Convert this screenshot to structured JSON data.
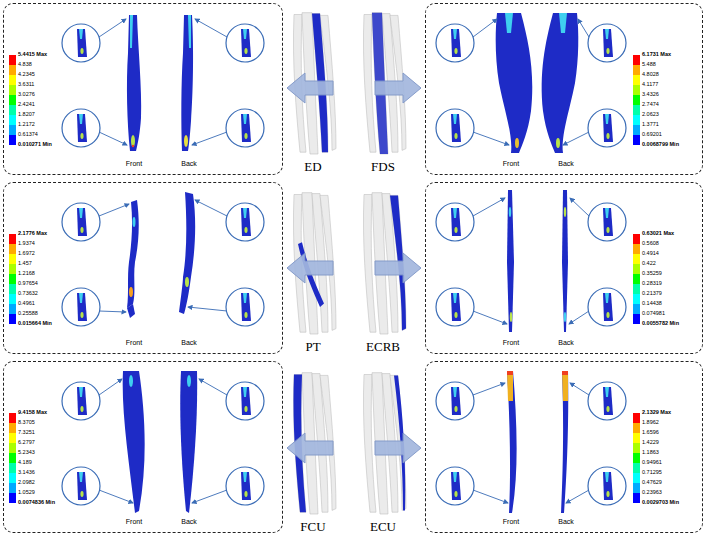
{
  "diagram": {
    "nodes": [
      {
        "text": [
          "5.4415 Max",
          "4.838",
          "4.2345",
          "3.6311",
          "3.0276",
          "2.4241",
          "1.8207",
          "1.2172",
          "0.61374",
          "0.010271 Min",
          "Front",
          "Back"
        ]
      },
      {
        "text": [
          "6.1731 Max",
          "5.488",
          "4.8028",
          "4.1177",
          "3.4326",
          "2.7474",
          "2.0623",
          "1.3771",
          "0.69201",
          "0.0068799 Min",
          "Front",
          "Back"
        ]
      },
      {
        "text": [
          "2.1776 Max",
          "1.9374",
          "1.6972",
          "1.457",
          "1.2168",
          "0.97654",
          "0.73632",
          "0.4961",
          "0.25588",
          "0.015664 Min",
          "Front",
          "Back"
        ]
      },
      {
        "text": [
          "0.63021 Max",
          "0.5608",
          "0.4914",
          "0.422",
          "0.35259",
          "0.28319",
          "0.21379",
          "0.14438",
          "0.074981",
          "0.0055782 Min",
          "Front",
          "Back"
        ]
      },
      {
        "text": [
          "9.4158 Max",
          "8.3705",
          "7.3251",
          "6.2797",
          "5.2343",
          "4.189",
          "3.1436",
          "2.0982",
          "1.0529",
          "0.0074836 Min",
          "Front",
          "Back"
        ]
      },
      {
        "text": [
          "2.1329 Max",
          "1.8962",
          "1.6596",
          "1.4229",
          "1.1863",
          "0.94961",
          "0.71295",
          "0.47629",
          "0.23963",
          "0.0029703 Min",
          "Front",
          "Back"
        ]
      }
    ],
    "labels": [
      "ED",
      "FDS",
      "PT",
      "ECRB",
      "FCU",
      "ECU"
    ]
  }
}
